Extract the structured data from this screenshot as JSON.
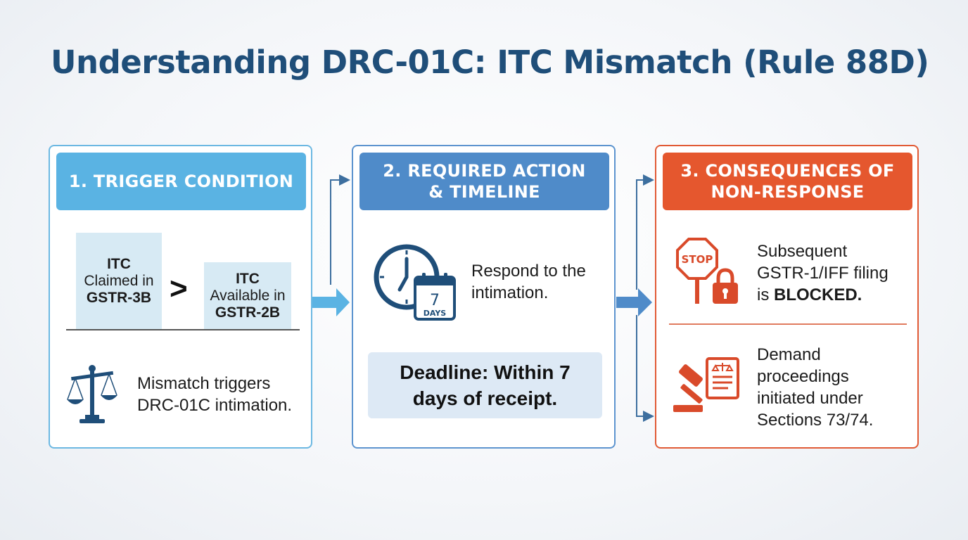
{
  "title": "Understanding DRC-01C: ITC Mismatch (Rule 88D)",
  "colors": {
    "title": "#1f4e79",
    "step1": "#5ab3e3",
    "step2": "#4f8bc9",
    "step3": "#e5572e"
  },
  "steps": [
    {
      "header_line1": "1. TRIGGER CONDITION",
      "box_left": {
        "line1": "ITC",
        "line2": "Claimed in",
        "line3": "GSTR-3B"
      },
      "comparator": ">",
      "box_right": {
        "line1": "ITC",
        "line2": "Available in",
        "line3": "GSTR-2B"
      },
      "icon": "scales-icon",
      "note_line1": "Mismatch triggers",
      "note_line2": "DRC-01C intimation."
    },
    {
      "header_line1": "2. REQUIRED ACTION",
      "header_line2": "& TIMELINE",
      "icon": "clock-calendar-icon",
      "calendar_number": "7",
      "calendar_unit": "DAYS",
      "action_line1": "Respond to the",
      "action_line2": "intimation.",
      "deadline_line1": "Deadline: Within 7",
      "deadline_line2": "days of receipt."
    },
    {
      "header_line1": "3. CONSEQUENCES OF",
      "header_line2": "NON-RESPONSE",
      "item1": {
        "icon": "stop-sign-lock-icon",
        "stop_label": "STOP",
        "line1": "Subsequent",
        "line2": "GSTR-1/IFF filing",
        "line3_prefix": "is ",
        "line3_bold": "BLOCKED."
      },
      "item2": {
        "icon": "gavel-document-icon",
        "line1": "Demand",
        "line2": "proceedings",
        "line3": "initiated under",
        "line4": "Sections 73/74."
      }
    }
  ]
}
